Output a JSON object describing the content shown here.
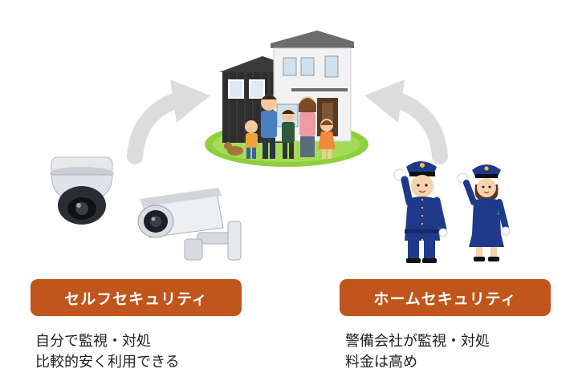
{
  "left": {
    "badge": "セルフセキュリティ",
    "line1": "自分で監視・対処",
    "line2": "比較的安く利用できる",
    "icons": [
      "dome-camera-icon",
      "bullet-camera-icon"
    ]
  },
  "right": {
    "badge": "ホームセキュリティ",
    "line1": "警備会社が監視・対処",
    "line2": "料金は高め",
    "icons": [
      "male-guard-icon",
      "female-guard-icon"
    ]
  },
  "center": {
    "icons": [
      "house-icon",
      "family-icon"
    ]
  },
  "colors": {
    "badge": "#c0561b",
    "arrow": "#dcdcdc",
    "guard_uniform": "#1f3a8a"
  }
}
